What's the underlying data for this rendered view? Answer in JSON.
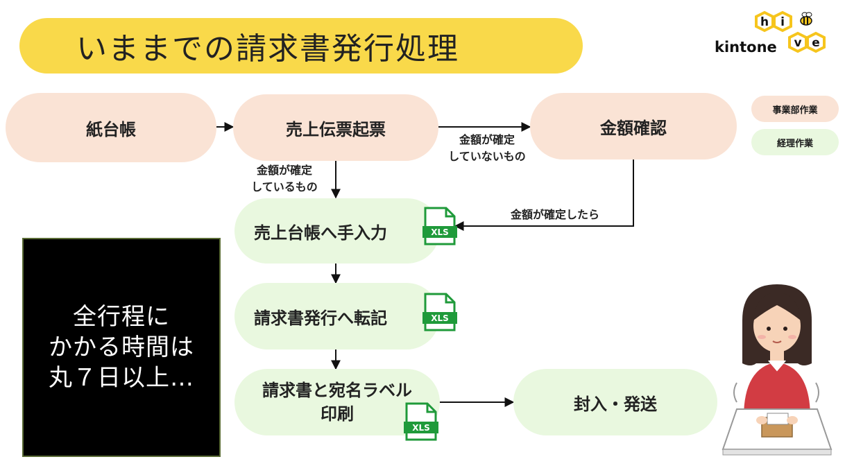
{
  "title": "いままでの請求書発行処理",
  "logo": {
    "prefix": "kintone",
    "letters": [
      "h",
      "i",
      "v",
      "e"
    ]
  },
  "legend": {
    "peach": "事業部作業",
    "green": "経理作業"
  },
  "nodes": {
    "paper_ledger": "紙台帳",
    "sales_slip": "売上伝票起票",
    "amount_check": "金額確認",
    "sales_ledger_input": "売上台帳へ手入力",
    "invoice_transcribe": "請求書発行へ転記",
    "invoice_print_line1": "請求書と宛名ラベル",
    "invoice_print_line2": "印刷",
    "enclose_send": "封入・発送"
  },
  "edge_labels": {
    "confirmed_line1": "金額が確定",
    "confirmed_line2": "しているもの",
    "unconfirmed_line1": "金額が確定",
    "unconfirmed_line2": "していないもの",
    "after_confirm": "金額が確定したら"
  },
  "xls_label": "XLS",
  "callout": {
    "line1": "全行程に",
    "line2": "かかる時間は",
    "line3": "丸７日以上…"
  },
  "colors": {
    "title_bg": "#f9d94a",
    "peach": "#fae3d5",
    "green": "#e9f8df",
    "xls_green": "#1f9a3a",
    "logo_yellow": "#f6c51d"
  }
}
